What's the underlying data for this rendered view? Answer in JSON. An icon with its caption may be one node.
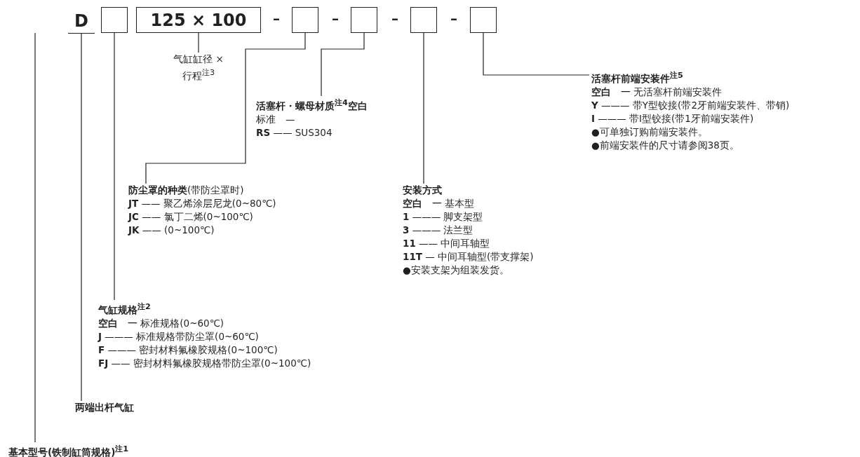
{
  "diagram": {
    "nodes": [
      {
        "text": [
          "D"
        ]
      },
      {
        "text": [],
        "shape": "box"
      },
      {
        "text": [
          "125 × 100"
        ]
      },
      {
        "text": [],
        "shape": "box"
      },
      {
        "text": [],
        "shape": "box"
      },
      {
        "text": [],
        "shape": "box"
      },
      {
        "text": [],
        "shape": "box"
      },
      {
        "text": [
          "气缸缸径 × 行程$^{注3}$"
        ]
      },
      {
        "text": [
          "活塞杆前端安装件$^{注5}$",
          "**空白**　一 无活塞杆前端安装件",
          "**Y** ——— 带Y型铰接(带2牙前端安装件、带销)",
          "**I** ———  带I型铰接(带1牙前端安装件)",
          "●可单独订购前端安装件。",
          "●前端安装件的尺寸请参阅38页。"
        ]
      },
      {
        "text": [
          "活塞杆・螺母材质$^{注4}$空白",
          "标准　—",
          "**RS** —— SUS304"
        ]
      },
      {
        "text": [
          "**防尘罩的种类**(带防尘罩时)",
          "**JT** —— 聚乙烯涂层尼龙(0~80℃)",
          "**JC** —— 氯丁二烯(0~100℃)",
          "**JK** —— (0~100℃)"
        ]
      },
      {
        "text": [
          "安装方式",
          "**空白**　一 基本型",
          "**1** ——— 脚支架型",
          "**3** ——— 法兰型",
          "**11** —— 中间耳轴型",
          "**11T** — 中间耳轴型(带支撑架)",
          "●安装支架为组装发货。"
        ]
      },
      {
        "text": [
          "气缸规格$^{注2}$",
          "**空白**　一 标准规格(0~60℃)",
          "**J** ——— 标准规格带防尘罩(0~60℃)",
          "**F** ——— 密封材料氟橡胶规格(0~100℃)",
          "**FJ** —— 密封材料氟橡胶规格带防尘罩(0~100℃)"
        ]
      },
      {
        "text": [
          "两端出杆气缸"
        ]
      },
      {
        "text": [
          "基本型号(铁制缸筒规格)$^{注1}$"
        ]
      }
    ],
    "edges": [
      {
        "from": null,
        "to": 14,
        "arrow": "none"
      },
      {
        "from": 0,
        "to": 13,
        "arrow": "none"
      },
      {
        "from": 1,
        "to": 12,
        "arrow": "none"
      },
      {
        "from": 2,
        "to": 7,
        "arrow": "none"
      },
      {
        "from": 3,
        "to": 10,
        "arrow": "none"
      },
      {
        "from": 4,
        "to": 9,
        "arrow": "none"
      },
      {
        "from": 5,
        "to": 11,
        "arrow": "none"
      },
      {
        "from": 6,
        "to": 8,
        "arrow": "none"
      }
    ],
    "labels": [
      "–",
      "–",
      "–",
      "–"
    ]
  }
}
